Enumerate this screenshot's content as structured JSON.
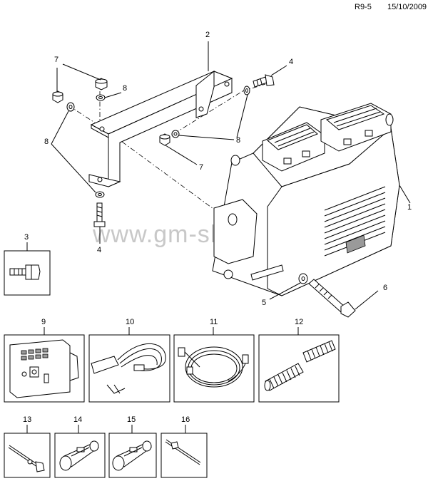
{
  "header": {
    "code": "R9-5",
    "date": "15/10/2009"
  },
  "watermark": "www.gm-sklad.ru",
  "callouts": {
    "c1": "1",
    "c2": "2",
    "c3": "3",
    "c4a": "4",
    "c4b": "4",
    "c5": "5",
    "c6": "6",
    "c7a": "7",
    "c7b": "7",
    "c8a": "8",
    "c8b": "8",
    "c8c": "8",
    "c9": "9",
    "c10": "10",
    "c11": "11",
    "c12": "12",
    "c13": "13",
    "c14": "14",
    "c15": "15",
    "c16": "16"
  }
}
